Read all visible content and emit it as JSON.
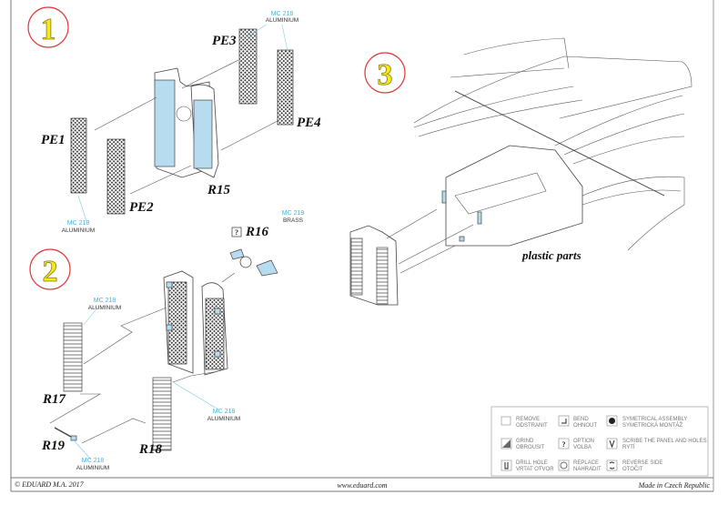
{
  "steps": [
    {
      "number": "1"
    },
    {
      "number": "2"
    },
    {
      "number": "3"
    }
  ],
  "step1": {
    "parts": {
      "pe1": "PE1",
      "pe2": "PE2",
      "pe3": "PE3",
      "pe4": "PE4",
      "r15": "R15"
    },
    "material_top": {
      "code": "MC 218",
      "name": "ALUMINIUM"
    },
    "material_bottom": {
      "code": "MC 218",
      "name": "ALUMINIUM"
    }
  },
  "step2": {
    "parts": {
      "r16": "R16",
      "r17": "R17",
      "r18": "R18",
      "r19": "R19"
    },
    "option_symbol": "?",
    "material_r16": {
      "code": "MC 219",
      "name": "BRASS"
    },
    "material_r17": {
      "code": "MC 218",
      "name": "ALUMINIUM"
    },
    "material_r18": {
      "code": "MC 218",
      "name": "ALUMINIUM"
    },
    "material_r19": {
      "code": "MC 218",
      "name": "ALUMINIUM"
    }
  },
  "step3": {
    "caption": "plastic parts"
  },
  "legend": [
    {
      "icon": "remove-icon",
      "line1": "REMOVE",
      "line2": "ODSTRANIT"
    },
    {
      "icon": "bend-icon",
      "line1": "BEND",
      "line2": "OHNOUT"
    },
    {
      "icon": "symmetrical-assembly-icon",
      "line1": "SYMETRICAL ASSEMBLY",
      "line2": "SYMETRICKÁ MONTÁŽ"
    },
    {
      "icon": "grind-icon",
      "line1": "GRIND",
      "line2": "OBROUSIT"
    },
    {
      "icon": "option-icon",
      "line1": "OPTION",
      "line2": "VOLBA"
    },
    {
      "icon": "scribe-icon",
      "line1": "SCRIBE THE PANEL AND HOLES",
      "line2": "RYTÍ"
    },
    {
      "icon": "drill-hole-icon",
      "line1": "DRILL HOLE",
      "line2": "VRTAT OTVOR"
    },
    {
      "icon": "replace-icon",
      "line1": "REPLACE",
      "line2": "NAHRADIT"
    },
    {
      "icon": "reverse-side-icon",
      "line1": "REVERSE SIDE",
      "line2": "OTOČIT"
    }
  ],
  "footer": {
    "copyright": "© EDUARD  M.A. 2017",
    "website": "www.eduard.com",
    "origin": "Made in Czech Republic"
  },
  "colors": {
    "accent_blue": "#b7dbef",
    "material_text": "#3fb4de",
    "step_circle": "#e03a3a",
    "step_number": "#f4ea1c"
  }
}
